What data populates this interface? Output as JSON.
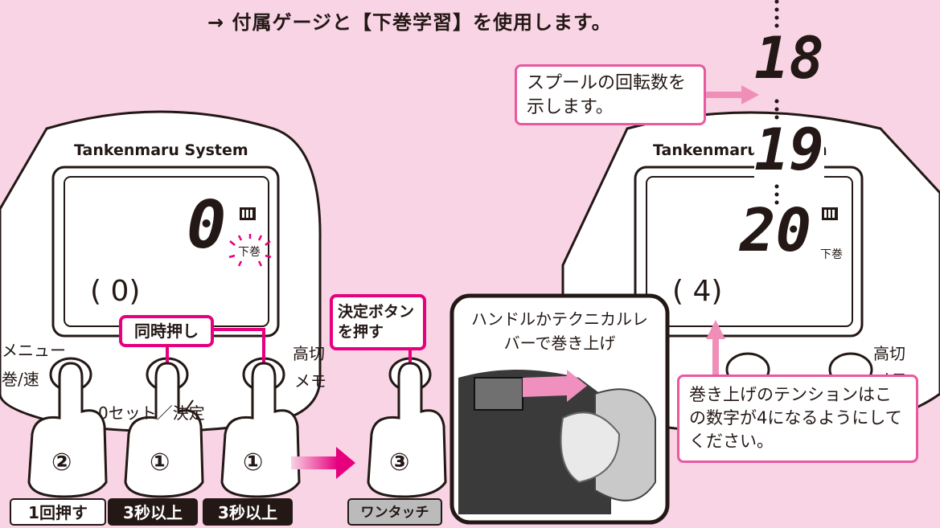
{
  "title": "→ 付属ゲージと【下巻学習】を使用します。",
  "left_device": {
    "brand": "Tankenmaru System",
    "main_digit": "0",
    "indicator": "下巻",
    "sub_digit": "( 0)",
    "labels": {
      "menu": "メニュー",
      "speed": "巻/速",
      "high": "高切",
      "memo": "メモ",
      "zero_set": "0セット／決定"
    }
  },
  "right_device": {
    "brand": "Tankenmaru System",
    "counter_top": "18",
    "counter_mid": "19",
    "main_digit": "20",
    "indicator": "下巻",
    "sub_digit": "( 4)",
    "labels": {
      "high": "高切",
      "memo": "メモ"
    }
  },
  "callouts": {
    "spool": "スプールの回転数を示します。",
    "simultaneous": "同時押し",
    "decide": "決定ボタンを押す",
    "handle": "ハンドルかテクニカルレバーで巻き上げ",
    "tension": "巻き上げのテンションはこの数字が4になるようにしてください。"
  },
  "steps": [
    {
      "num": "②",
      "badge": "1回押す",
      "style": "light"
    },
    {
      "num": "①",
      "badge": "3秒以上",
      "style": "dark"
    },
    {
      "num": "①",
      "badge": "3秒以上",
      "style": "dark"
    },
    {
      "num": "③",
      "badge": "ワンタッチ",
      "style": "gray"
    }
  ],
  "colors": {
    "background": "#f8d4e4",
    "accent": "#e6007e",
    "callout_border": "#e8599f",
    "arrow": "#ef8fb8",
    "ink": "#231815"
  }
}
